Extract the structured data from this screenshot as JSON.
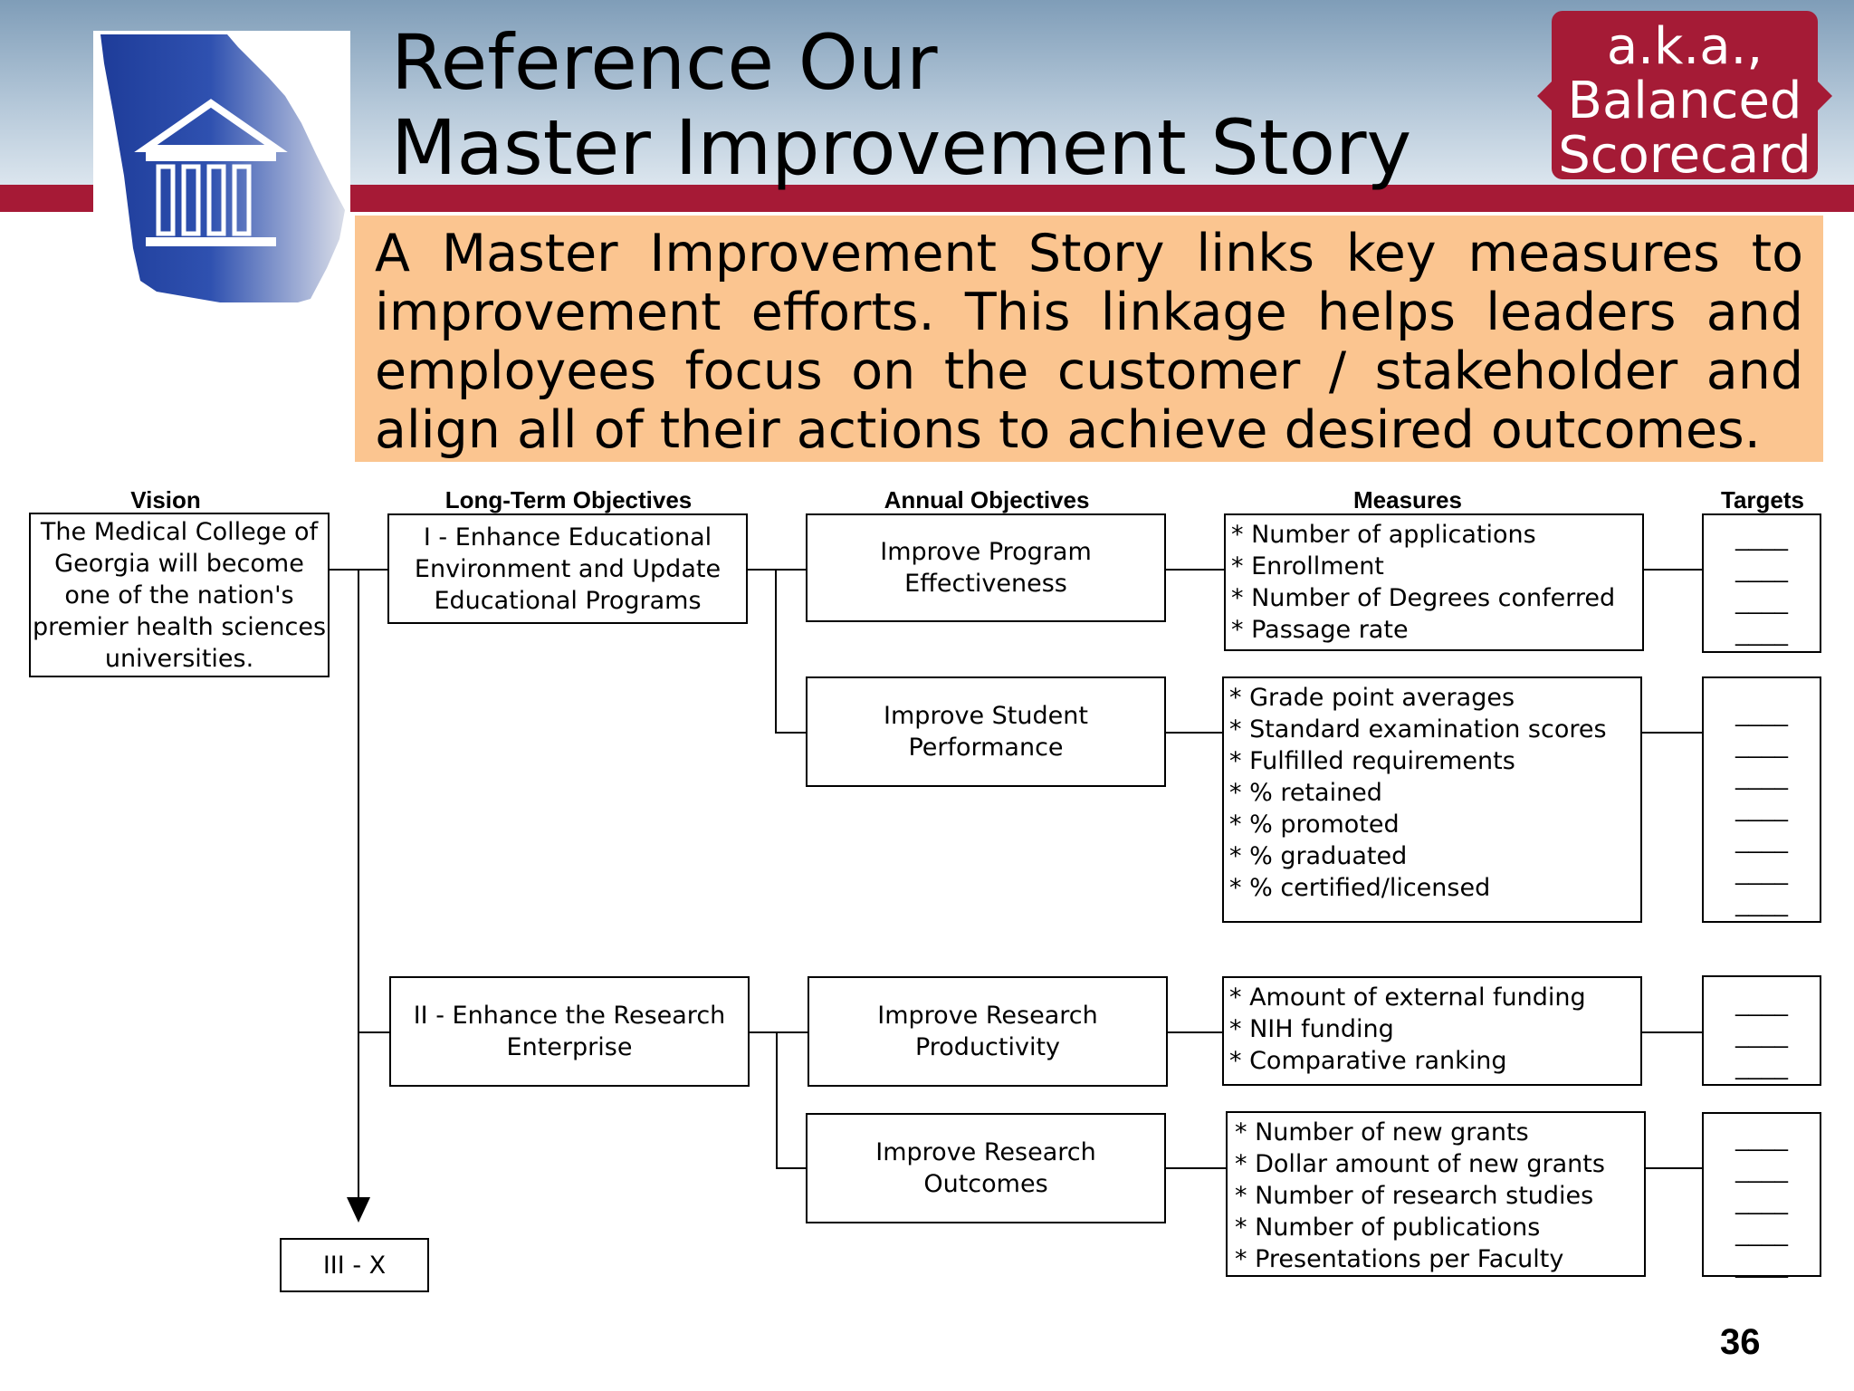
{
  "slide": {
    "title_line1": "Reference Our",
    "title_line2": "Master Improvement Story",
    "badge_lines": [
      "a.k.a.,",
      "Balanced",
      "Scorecard"
    ],
    "intro_text": "A Master Improvement Story links key measures to improvement efforts. This linkage helps leaders and employees focus on the customer / stakeholder and align all of their actions to achieve desired outcomes.",
    "page_number": "36"
  },
  "colors": {
    "header_red": "#a61a36",
    "intro_background": "#fbc590",
    "logo_blue": "#1e3c99"
  },
  "icons": {
    "logo": "georgia-state-building-icon"
  },
  "columns": {
    "vision": "Vision",
    "long_term": "Long-Term Objectives",
    "annual": "Annual Objectives",
    "measures": "Measures",
    "targets": "Targets"
  },
  "vision": {
    "text": "The Medical College of Georgia will become one of the nation's premier health sciences universities."
  },
  "long_term": {
    "obj1": "I - Enhance Educational Environment and Update Educational Programs",
    "obj2": "II - Enhance the Research Enterprise",
    "obj3": "III - X"
  },
  "annual": {
    "a1": "Improve Program Effectiveness",
    "a2": "Improve Student Performance",
    "a3": "Improve Research Productivity",
    "a4": "Improve Research Outcomes"
  },
  "measures": {
    "m1": [
      "* Number of applications",
      "* Enrollment",
      "* Number of Degrees conferred",
      "* Passage rate"
    ],
    "m2": [
      "* Grade point averages",
      "* Standard examination scores",
      "* Fulfilled requirements",
      "* % retained",
      "* % promoted",
      "* % graduated",
      "* % certified/licensed"
    ],
    "m3": [
      "* Amount of external funding",
      "* NIH funding",
      "* Comparative ranking"
    ],
    "m4": [
      "* Number of new grants",
      "* Dollar amount of new grants",
      "* Number of research studies",
      "* Number of publications",
      "* Presentations per Faculty"
    ]
  },
  "targets": {
    "blank": "____",
    "t1": [
      "____",
      "____",
      "____",
      "____"
    ],
    "t2": [
      "____",
      "____",
      "____",
      "____",
      "____",
      "____",
      "____"
    ],
    "t3": [
      "____",
      "____",
      "____"
    ],
    "t4": [
      "____",
      "____",
      "____",
      "____",
      "____"
    ]
  }
}
